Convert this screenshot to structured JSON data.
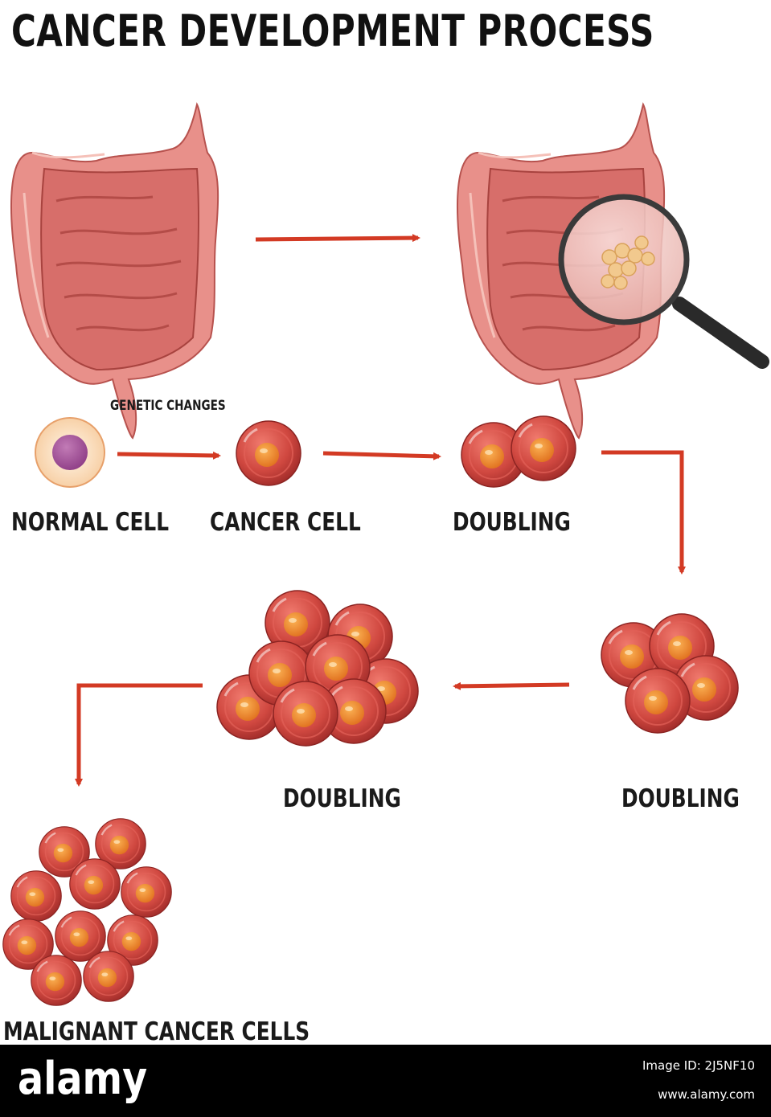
{
  "title": "CANCER DEVELOPMENT PROCESS",
  "labels": {
    "genetic_changes": "GENETIC CHANGES",
    "normal_cell": "NORMAL CELL",
    "cancer_cell": "CANCER CELL",
    "doubling_1": "DOUBLING",
    "doubling_2": "DOUBLING",
    "doubling_3": "DOUBLING",
    "malignant": "MALIGNANT CANCER CELLS"
  },
  "colors": {
    "arrow": "#d33a24",
    "cell_body": "#c9403c",
    "cell_nucleus": "#ee8a2c",
    "intestine": "#e8908a"
  },
  "footer": {
    "brand": "alamy",
    "image_id": "Image ID: 2J5NF10",
    "url": "www.alamy.com"
  }
}
